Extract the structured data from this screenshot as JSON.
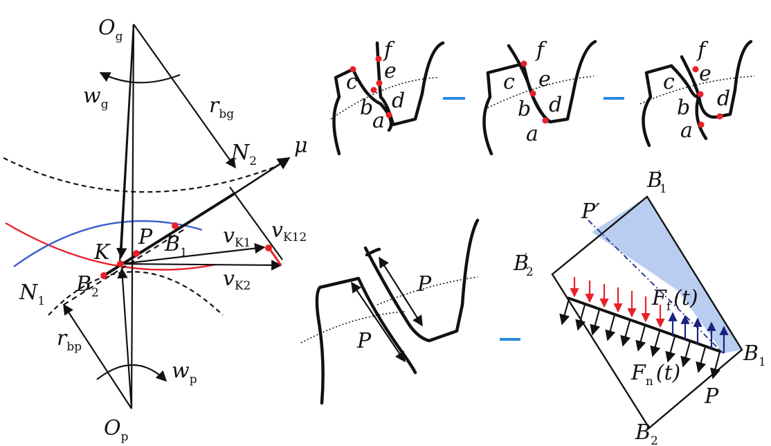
{
  "left": {
    "og": "O",
    "og_sub": "g",
    "op": "O",
    "op_sub": "p",
    "wg": "w",
    "wg_sub": "g",
    "wp": "w",
    "wp_sub": "p",
    "rbg": "r",
    "rbg_sub": "bg",
    "rbp": "r",
    "rbp_sub": "bp",
    "n1": "N",
    "n1_sub": "1",
    "n2": "N",
    "n2_sub": "2",
    "mu": "μ",
    "k": "K",
    "p": "P",
    "b1": "B",
    "b1_sub": "1",
    "b2": "B",
    "b2_sub": "2",
    "vk1": "v",
    "vk1_sub": "K1",
    "vk2": "v",
    "vk2_sub": "K2",
    "vk12": "v",
    "vk12_sub": "K12"
  },
  "stages": [
    {
      "a": "a",
      "b": "b",
      "c": "c",
      "d": "d",
      "e": "e",
      "f": "f"
    },
    {
      "a": "a",
      "b": "b",
      "c": "c",
      "d": "d",
      "e": "e",
      "f": "f"
    },
    {
      "a": "a",
      "b": "b",
      "c": "c",
      "d": "d",
      "e": "e",
      "f": "f"
    }
  ],
  "bottom_left": {
    "p_upper": "P",
    "p_lower": "P"
  },
  "contact": {
    "b1p": "B",
    "b1p_sub": "1",
    "b1p_mark": "′",
    "b2p": "B",
    "b2p_sub": "2",
    "b2p_mark": "′",
    "pprime": "P′",
    "b1": "B",
    "b1_sub": "1",
    "b2": "B",
    "b2_sub": "2",
    "p": "P",
    "ff": "F",
    "ff_sub": "f",
    "ff_arg": "(t)",
    "fn": "F",
    "fn_sub": "n",
    "fn_arg": "(t)"
  },
  "colors": {
    "contact_point": "#e8202a",
    "red_curve": "#e8202a",
    "blue_curve": "#3a5fcd",
    "friction_red": "#e8202a",
    "friction_blue": "#1a237e",
    "shade": "#b9cdf0",
    "arrow_blue": "#2b8be0"
  }
}
